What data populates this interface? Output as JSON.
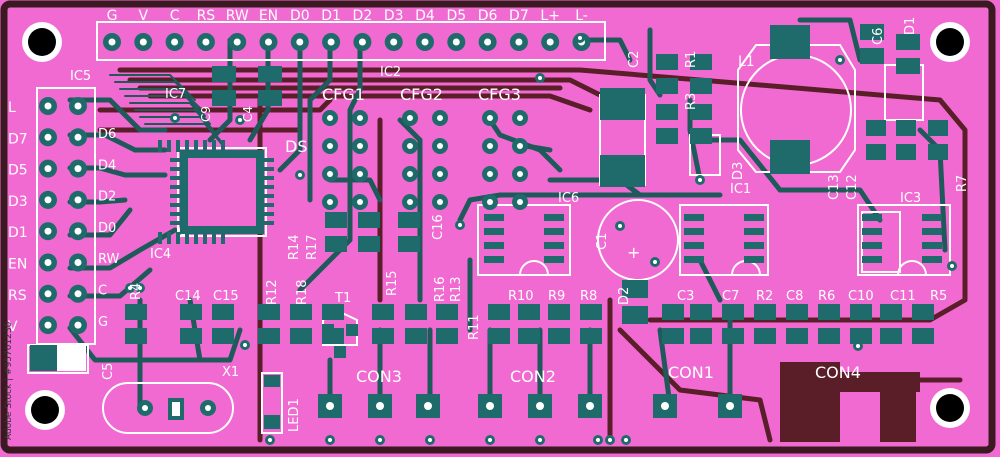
{
  "colors": {
    "board": "#f06ad2",
    "copper_top": "#1f6b6b",
    "copper_bottom": "#5a1e28",
    "silk": "#ffffff",
    "frame": "#3a1a20"
  },
  "header_pins": [
    "G",
    "V",
    "C",
    "RS",
    "RW",
    "EN",
    "D0",
    "D1",
    "D2",
    "D3",
    "D4",
    "D5",
    "D6",
    "D7",
    "L+",
    "L-"
  ],
  "left_side_labels": [
    "L",
    "D7",
    "D5",
    "D3",
    "D1",
    "EN",
    "RS",
    "V"
  ],
  "inner_side_labels": [
    "D6",
    "D4",
    "D2",
    "D0",
    "RW",
    "C",
    "G"
  ],
  "ic_labels": {
    "ic5": "IC5",
    "ic7": "IC7",
    "ic2": "IC2",
    "ic4": "IC4",
    "ic6": "IC6",
    "ic1": "IC1",
    "ic3": "IC3",
    "ds": "DS"
  },
  "cfg_labels": [
    "CFG1",
    "CFG2",
    "CFG3"
  ],
  "component_labels": {
    "c9": "C9",
    "c4": "C4",
    "c2": "C2",
    "r1": "R1",
    "r3": "R3",
    "l1": "L1",
    "c6": "C6",
    "d1": "D1",
    "d3": "D3",
    "c13": "C13",
    "c12": "C12",
    "r7": "R7",
    "c16": "C16",
    "r14": "R14",
    "r17": "R17",
    "c1": "C1",
    "d2": "D2",
    "r4": "R4",
    "c14": "C14",
    "c15": "C15",
    "r12": "R12",
    "r18": "R18",
    "t1": "T1",
    "r15": "R15",
    "r16": "R16",
    "r13": "R13",
    "r11": "R11",
    "r10": "R10",
    "r9": "R9",
    "r8": "R8",
    "c3": "C3",
    "c7": "C7",
    "r2": "R2",
    "c8": "C8",
    "r6": "R6",
    "c10": "C10",
    "c11": "C11",
    "r5": "R5",
    "c5": "C5",
    "x1": "X1",
    "led1": "LED1"
  },
  "connector_labels": [
    "CON3",
    "CON2",
    "CON1",
    "CON4"
  ],
  "watermark_side_text": "Adobe Stock | #95701230"
}
